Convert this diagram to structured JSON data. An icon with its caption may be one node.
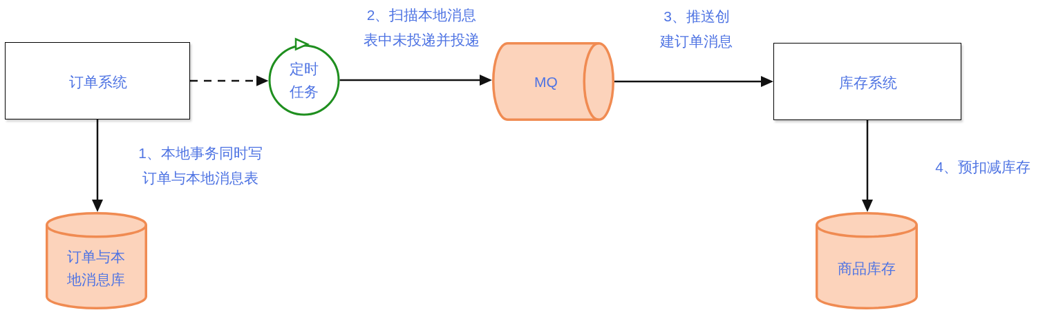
{
  "diagram": {
    "nodes": [
      {
        "text": [
          "订单系统"
        ]
      },
      {
        "text": [
          "定时任务"
        ]
      },
      {
        "text": [
          "MQ"
        ]
      },
      {
        "text": [
          "库存系统"
        ]
      },
      {
        "text": [
          "订单与本地消息库"
        ]
      },
      {
        "text": [
          "商品库存"
        ]
      }
    ],
    "edges": [
      {
        "from": 0,
        "to": 4,
        "arrow": "to",
        "label": "1、本地事务同时写订单与本地消息表"
      },
      {
        "from": 0,
        "to": 1,
        "arrow": "to",
        "style": "dashed"
      },
      {
        "from": 1,
        "to": 2,
        "arrow": "to",
        "label": "2、扫描本地消息表中未投递并投递"
      },
      {
        "from": 2,
        "to": 3,
        "arrow": "to",
        "label": "3、推送创建订单消息"
      },
      {
        "from": 3,
        "to": 5,
        "arrow": "to",
        "label": "4、预扣减库存"
      }
    ]
  }
}
